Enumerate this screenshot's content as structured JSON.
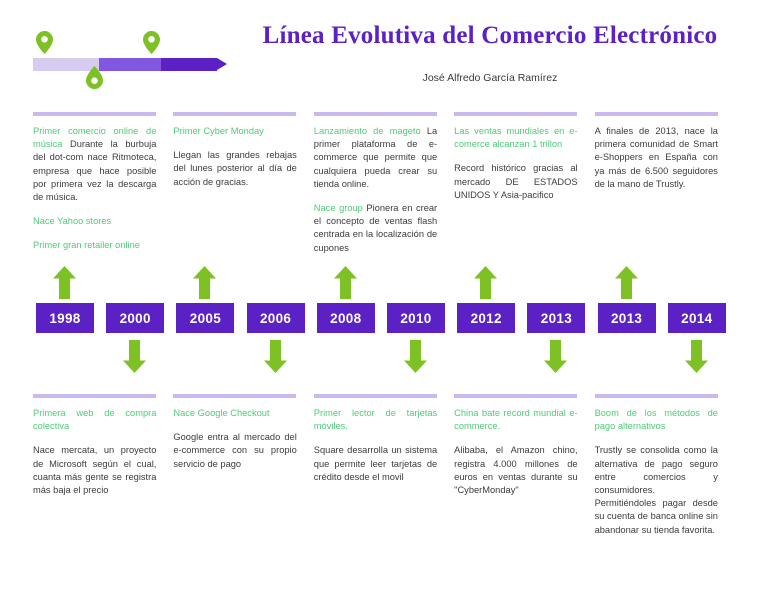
{
  "header": {
    "title": "Línea Evolutiva del Comercio Electrónico",
    "author": "José Alfredo García Ramírez",
    "accent_purple": "#5B21C4",
    "accent_green": "#7DC124",
    "highlight_green": "#4FCA7A",
    "rule_color": "#CBB9ED",
    "pins": [
      "map-pin-1",
      "map-pin-2",
      "map-pin-3"
    ]
  },
  "timeline": {
    "years": [
      {
        "year": "1998",
        "arrow": "up"
      },
      {
        "year": "2000",
        "arrow": "down"
      },
      {
        "year": "2005",
        "arrow": "up"
      },
      {
        "year": "2006",
        "arrow": "down"
      },
      {
        "year": "2008",
        "arrow": "up"
      },
      {
        "year": "2010",
        "arrow": "down"
      },
      {
        "year": "2012",
        "arrow": "up"
      },
      {
        "year": "2013",
        "arrow": "down"
      },
      {
        "year": "2013",
        "arrow": "up"
      },
      {
        "year": "2014",
        "arrow": "down"
      }
    ]
  },
  "top_columns": [
    {
      "blocks": [
        {
          "lead": "Primer comercio online de música",
          "body": " Durante la burbuja del dot-com nace Ritmoteca, empresa que hace posible por primera vez la descarga de música."
        },
        {
          "lead": "Nace Yahoo stores",
          "body": ""
        },
        {
          "lead": "Primer gran retailer online",
          "body": ""
        }
      ]
    },
    {
      "blocks": [
        {
          "lead": "Primer Cyber Monday",
          "body": ""
        },
        {
          "lead": "",
          "body": "Llegan las grandes rebajas del lunes posterior al día de acción de gracias."
        }
      ]
    },
    {
      "blocks": [
        {
          "lead": "Lanzamiento de mageto",
          "body": " La primer plataforma de e-commerce que permite que cualquiera pueda crear su tienda online."
        },
        {
          "lead": "Nace group",
          "body": " Pionera en crear el concepto de ventas flash centrada en la localización de cupones"
        }
      ]
    },
    {
      "blocks": [
        {
          "lead": "Las ventas mundiales en e-comerce alcanzan 1 trillon",
          "body": ""
        },
        {
          "lead": "",
          "body": "Record histórico gracias al mercado DE ESTADOS UNIDOS Y Asia-pacifico"
        }
      ]
    },
    {
      "blocks": [
        {
          "lead": "",
          "body": "A finales de 2013, nace la primera comunidad de Smart e-Shoppers en España con ya más de 6.500 seguidores de la mano de Trustly."
        }
      ]
    }
  ],
  "bottom_columns": [
    {
      "blocks": [
        {
          "lead": "Primera web de compra colectiva",
          "body": ""
        },
        {
          "lead": "",
          "body": "Nace mercata, un proyecto de Microsoft según el cual, cuanta más gente se registra más baja el precio"
        }
      ]
    },
    {
      "blocks": [
        {
          "lead": "Nace Google Checkout",
          "body": ""
        },
        {
          "lead": "",
          "body": "Google entra al mercado del e-commerce con su propio servicio de pago"
        }
      ]
    },
    {
      "blocks": [
        {
          "lead": "Primer lector de tarjetas móviles.",
          "body": ""
        },
        {
          "lead": "",
          "body": "Square desarrolla un sistema que permite leer tarjetas de crédito desde el movil"
        }
      ]
    },
    {
      "blocks": [
        {
          "lead": "China bate record mundial e-commerce.",
          "body": ""
        },
        {
          "lead": "",
          "body": "Alibaba, el Amazon chino, registra 4.000 millones de euros en ventas durante su \"CyberMonday\""
        }
      ]
    },
    {
      "blocks": [
        {
          "lead": "Boom de los métodos de pago alternativos",
          "body": ""
        },
        {
          "lead": "",
          "body": "Trustly se consolida como la alternativa de pago seguro entre comercios y consumidores. Permitiéndoles pagar desde su cuenta de banca online sin abandonar su tienda favorita."
        }
      ]
    }
  ]
}
